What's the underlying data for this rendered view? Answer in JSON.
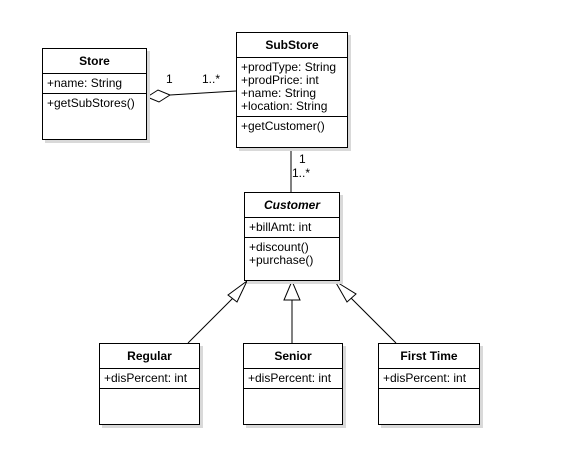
{
  "classes": {
    "store": {
      "name": "Store",
      "attributes": [
        "+name: String"
      ],
      "methods": [
        "+getSubStores()"
      ]
    },
    "substore": {
      "name": "SubStore",
      "attributes": [
        "+prodType: String",
        "+prodPrice: int",
        "+name: String",
        "+location: String"
      ],
      "methods": [
        "+getCustomer()"
      ]
    },
    "customer": {
      "name": "Customer",
      "attributes": [
        "+billAmt: int"
      ],
      "methods": [
        "+discount()",
        "+purchase()"
      ]
    },
    "regular": {
      "name": "Regular",
      "attributes": [
        "+disPercent: int"
      ],
      "methods": []
    },
    "senior": {
      "name": "Senior",
      "attributes": [
        "+disPercent: int"
      ],
      "methods": []
    },
    "firsttime": {
      "name": "First Time",
      "attributes": [
        "+disPercent: int"
      ],
      "methods": []
    }
  },
  "relations": {
    "store_substore": {
      "source_multiplicity": "1",
      "target_multiplicity": "1..*"
    },
    "substore_customer": {
      "source_multiplicity": "1",
      "target_multiplicity": "1..*"
    }
  }
}
